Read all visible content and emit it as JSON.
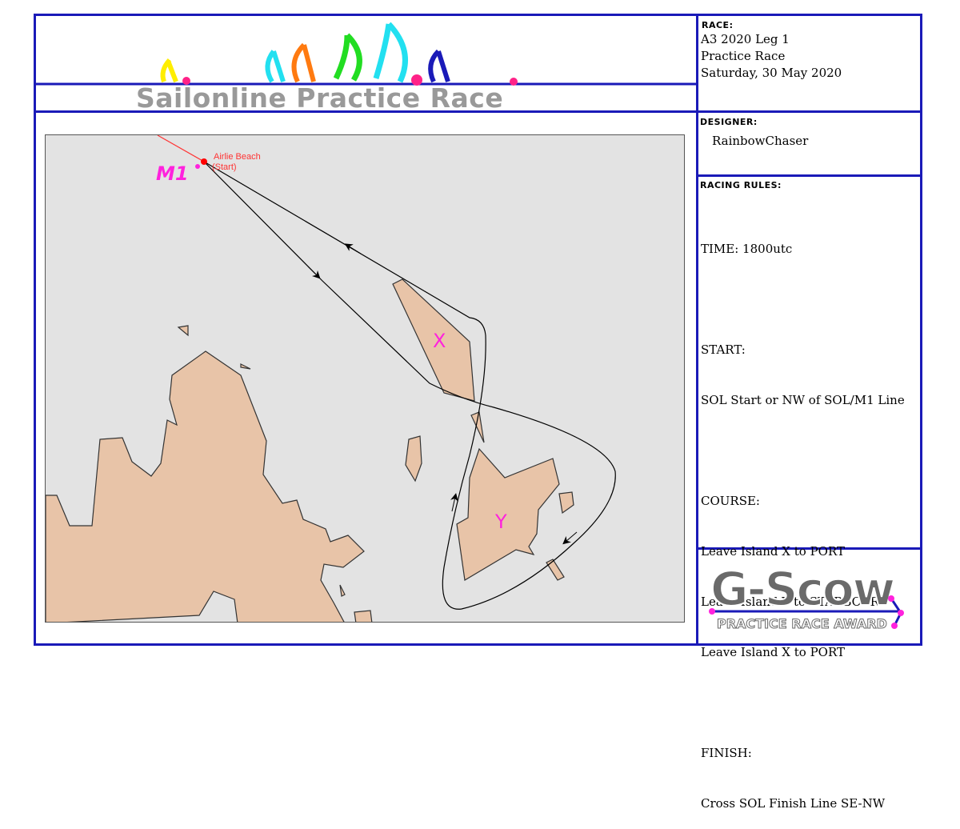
{
  "banner": {
    "title": "Sailonline Practice Race"
  },
  "race": {
    "label": "RACE:",
    "line1": "A3 2020 Leg 1",
    "line2": "Practice Race",
    "line3": "Saturday, 30 May 2020"
  },
  "designer": {
    "label": "DESIGNER:",
    "name": "RainbowChaser"
  },
  "rules": {
    "label": "RACING RULES:",
    "time": "TIME: 1800utc",
    "start_heading": "START:",
    "start_text": "SOL Start or NW of SOL/M1 Line",
    "course_heading": "COURSE:",
    "course_1": "Leave Island X to PORT",
    "course_2": "Leave Island Y to STARBOARD",
    "course_3": "Leave Island X to PORT",
    "finish_heading": "FINISH:",
    "finish_text": "Cross SOL Finish Line SE-NW"
  },
  "map": {
    "start_label_1": "Airlie Beach",
    "start_label_2": "(Start)",
    "mark_m1": "M1",
    "island_x": "X",
    "island_y": "Y",
    "colors": {
      "water": "#e3e3e3",
      "land": "#e8c4a8",
      "course": "#000000",
      "mark": "#ff22dd",
      "start": "#ff0000"
    }
  },
  "award": {
    "brand": "G-Scow",
    "subtitle": "PRACTICE RACE AWARD"
  }
}
